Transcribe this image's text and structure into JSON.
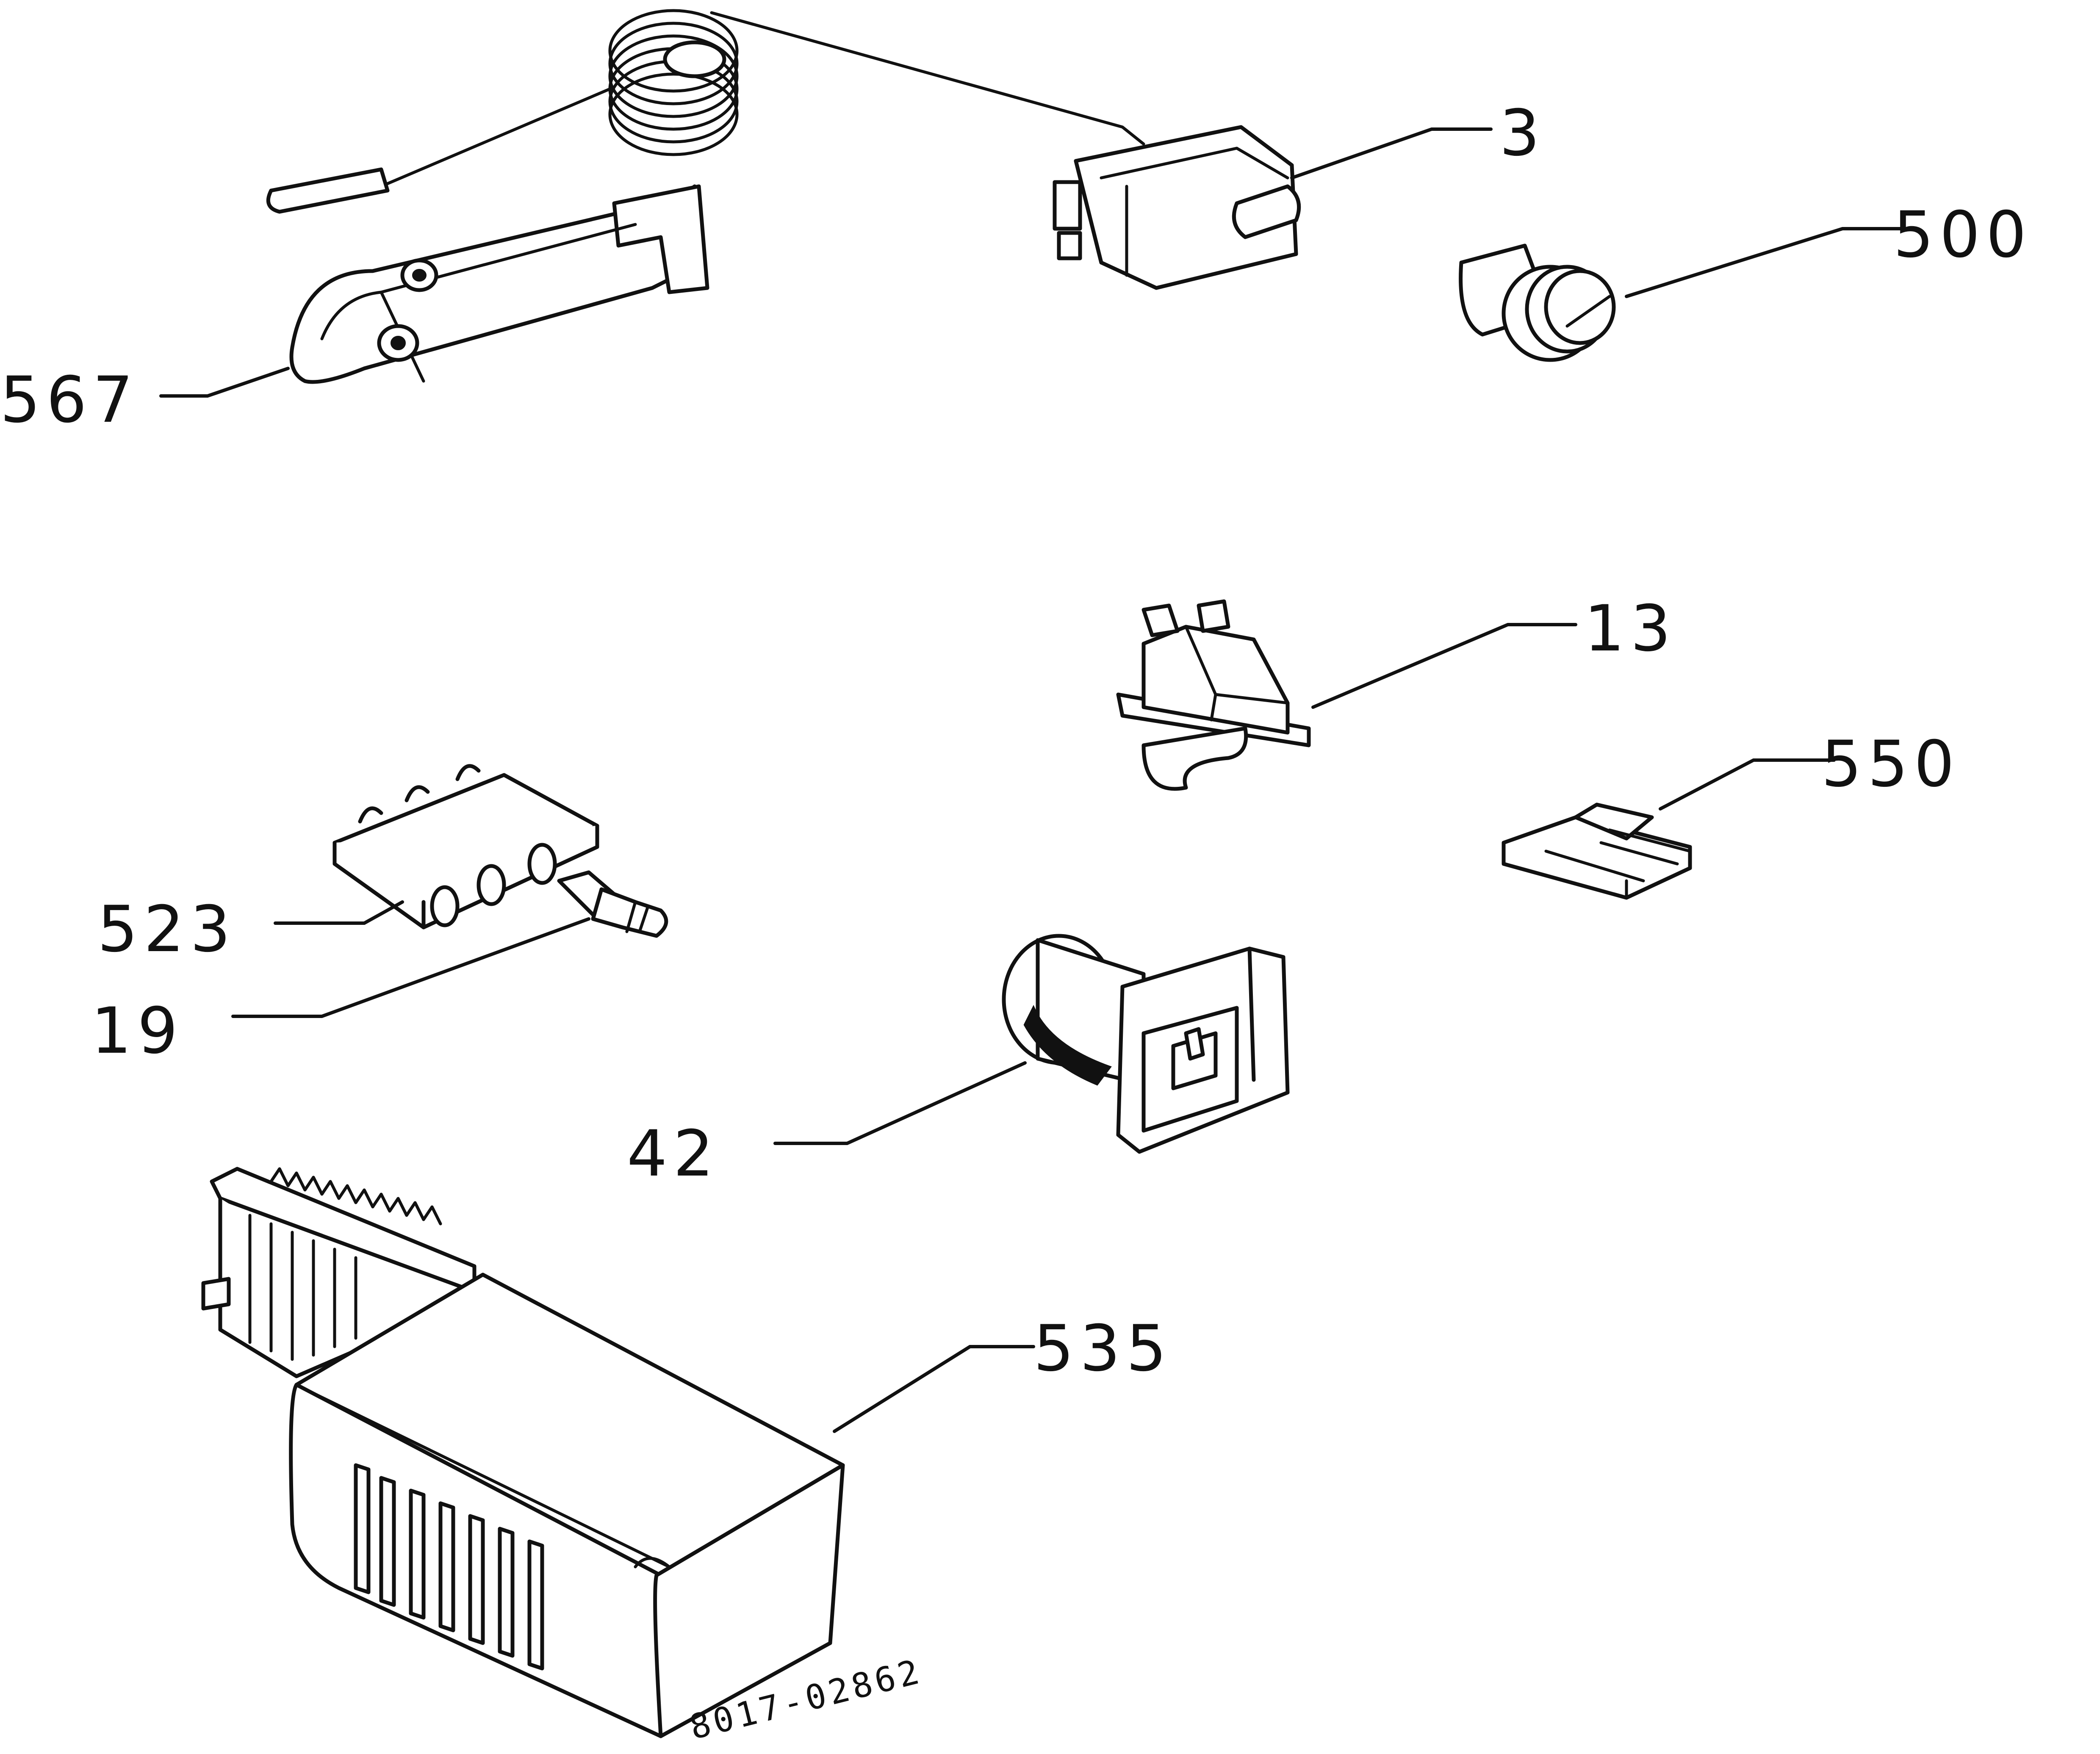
{
  "diagram": {
    "type": "exploded parts diagram",
    "parts": [
      {
        "id": "thermostat",
        "label": "3"
      },
      {
        "id": "knob",
        "label": "500"
      },
      {
        "id": "bracket",
        "label": "567"
      },
      {
        "id": "switch",
        "label": "13"
      },
      {
        "id": "clip",
        "label": "550"
      },
      {
        "id": "connector-block",
        "label": "523"
      },
      {
        "id": "bulb",
        "label": "19"
      },
      {
        "id": "lamp-holder",
        "label": "42"
      },
      {
        "id": "lamp-cover",
        "label": "535"
      }
    ],
    "drawing_code": "8017-02862"
  }
}
